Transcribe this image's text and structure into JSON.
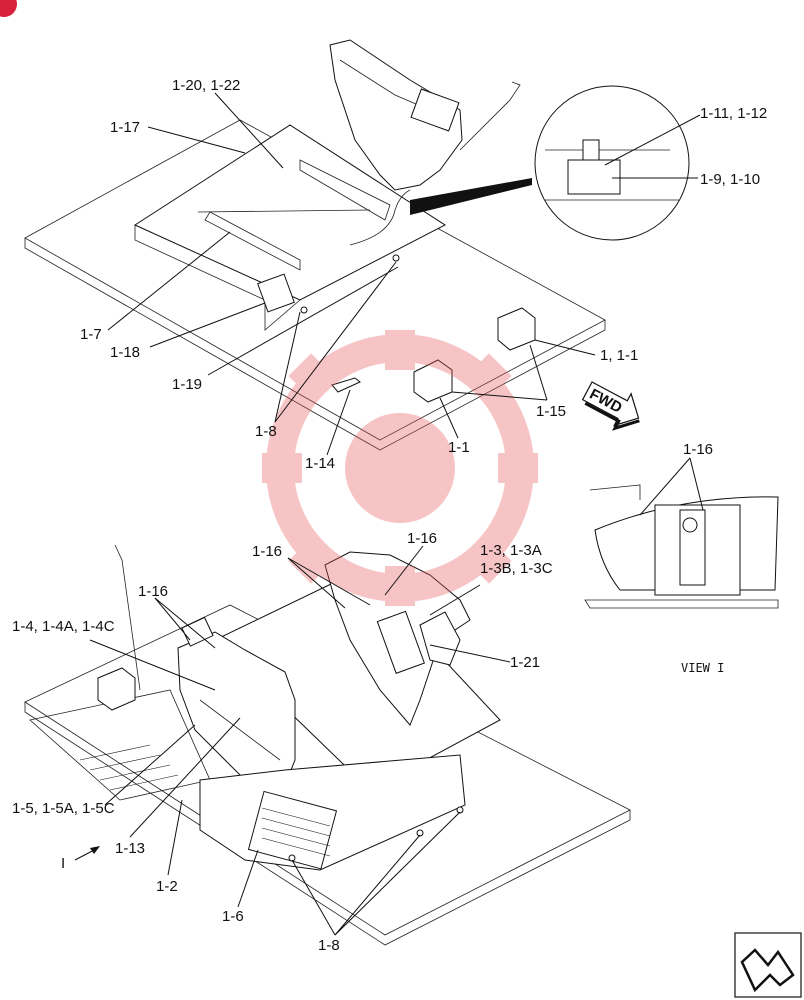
{
  "callouts": {
    "c_1_20_1_22": "1-20, 1-22",
    "c_1_17": "1-17",
    "c_1_11_1_12": "1-11, 1-12",
    "c_1_9_1_10": "1-9, 1-10",
    "c_1_7": "1-7",
    "c_1_18": "1-18",
    "c_1_19": "1-19",
    "c_1_1_1_1": "1, 1-1",
    "c_1_15": "1-15",
    "c_1_8_top": "1-8",
    "c_1_14": "1-14",
    "c_1_1": "1-1",
    "c_1_16_view": "1-16",
    "c_1_16_a": "1-16",
    "c_1_16_b": "1-16",
    "c_1_16_c": "1-16",
    "c_1_3_a": "1-3, 1-3A",
    "c_1_3_b": "1-3B, 1-3C",
    "c_1_4": "1-4, 1-4A, 1-4C",
    "c_1_21": "1-21",
    "c_1_5": "1-5, 1-5A, 1-5C",
    "c_1_13": "1-13",
    "c_1_2": "1-2",
    "c_1_6": "1-6",
    "c_1_8_bottom": "1-8"
  },
  "fwd_label": "FWD",
  "view_label": "VIEW I",
  "view_marker": "I",
  "icons": {
    "fwd": "fwd-arrow-icon",
    "nav": "next-page-arrow-icon",
    "watermark": "gear-watermark-icon"
  },
  "colors": {
    "ink": "#111111",
    "watermark": "#e85a5a",
    "badge": "#d9203a"
  }
}
